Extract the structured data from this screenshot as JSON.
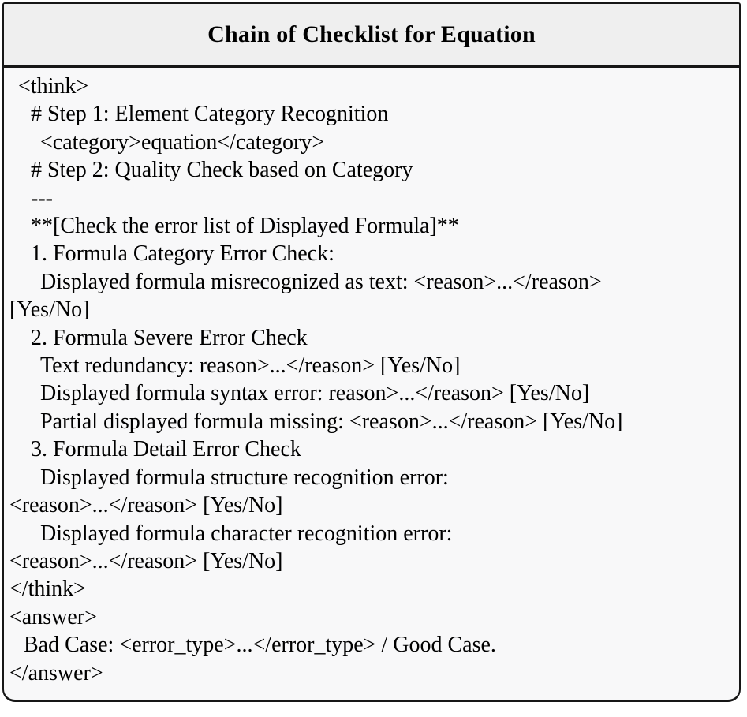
{
  "panel": {
    "title": "Chain of Checklist for Equation",
    "body_lines": [
      {
        "indent": 1,
        "text": "<think>"
      },
      {
        "indent": 3,
        "text": "# Step 1: Element Category Recognition"
      },
      {
        "indent": 4,
        "text": "<category>equation</category>"
      },
      {
        "indent": 3,
        "text": "# Step 2: Quality Check based on Category"
      },
      {
        "indent": 3,
        "text": "---"
      },
      {
        "indent": 3,
        "text": "**[Check the error list of Displayed Formula]**"
      },
      {
        "indent": 3,
        "text": "1. Formula Category Error Check:"
      },
      {
        "indent": 4,
        "text": "Displayed formula misrecognized as text: <reason>...</reason>"
      },
      {
        "indent": 0,
        "text": "[Yes/No]"
      },
      {
        "indent": 3,
        "text": "2. Formula Severe Error Check"
      },
      {
        "indent": 4,
        "text": "Text redundancy: reason>...</reason> [Yes/No]"
      },
      {
        "indent": 4,
        "text": "Displayed formula syntax error: reason>...</reason> [Yes/No]"
      },
      {
        "indent": 4,
        "text": "Partial displayed formula missing: <reason>...</reason> [Yes/No]"
      },
      {
        "indent": 3,
        "text": "3. Formula Detail Error Check"
      },
      {
        "indent": 4,
        "text": "Displayed formula structure recognition error:"
      },
      {
        "indent": 0,
        "text": "<reason>...</reason> [Yes/No]"
      },
      {
        "indent": 4,
        "text": "Displayed formula character recognition error:"
      },
      {
        "indent": 0,
        "text": "<reason>...</reason> [Yes/No]"
      },
      {
        "indent": 0,
        "text": "</think>"
      },
      {
        "indent": 0,
        "text": "<answer>"
      },
      {
        "indent": 2,
        "text": "Bad Case: <error_type>...</error_type> / Good Case."
      },
      {
        "indent": 0,
        "text": "</answer>"
      }
    ],
    "colors": {
      "header_bg": "#efefef",
      "body_bg": "#f8f8f9",
      "border": "#161616",
      "text": "#000000"
    }
  }
}
